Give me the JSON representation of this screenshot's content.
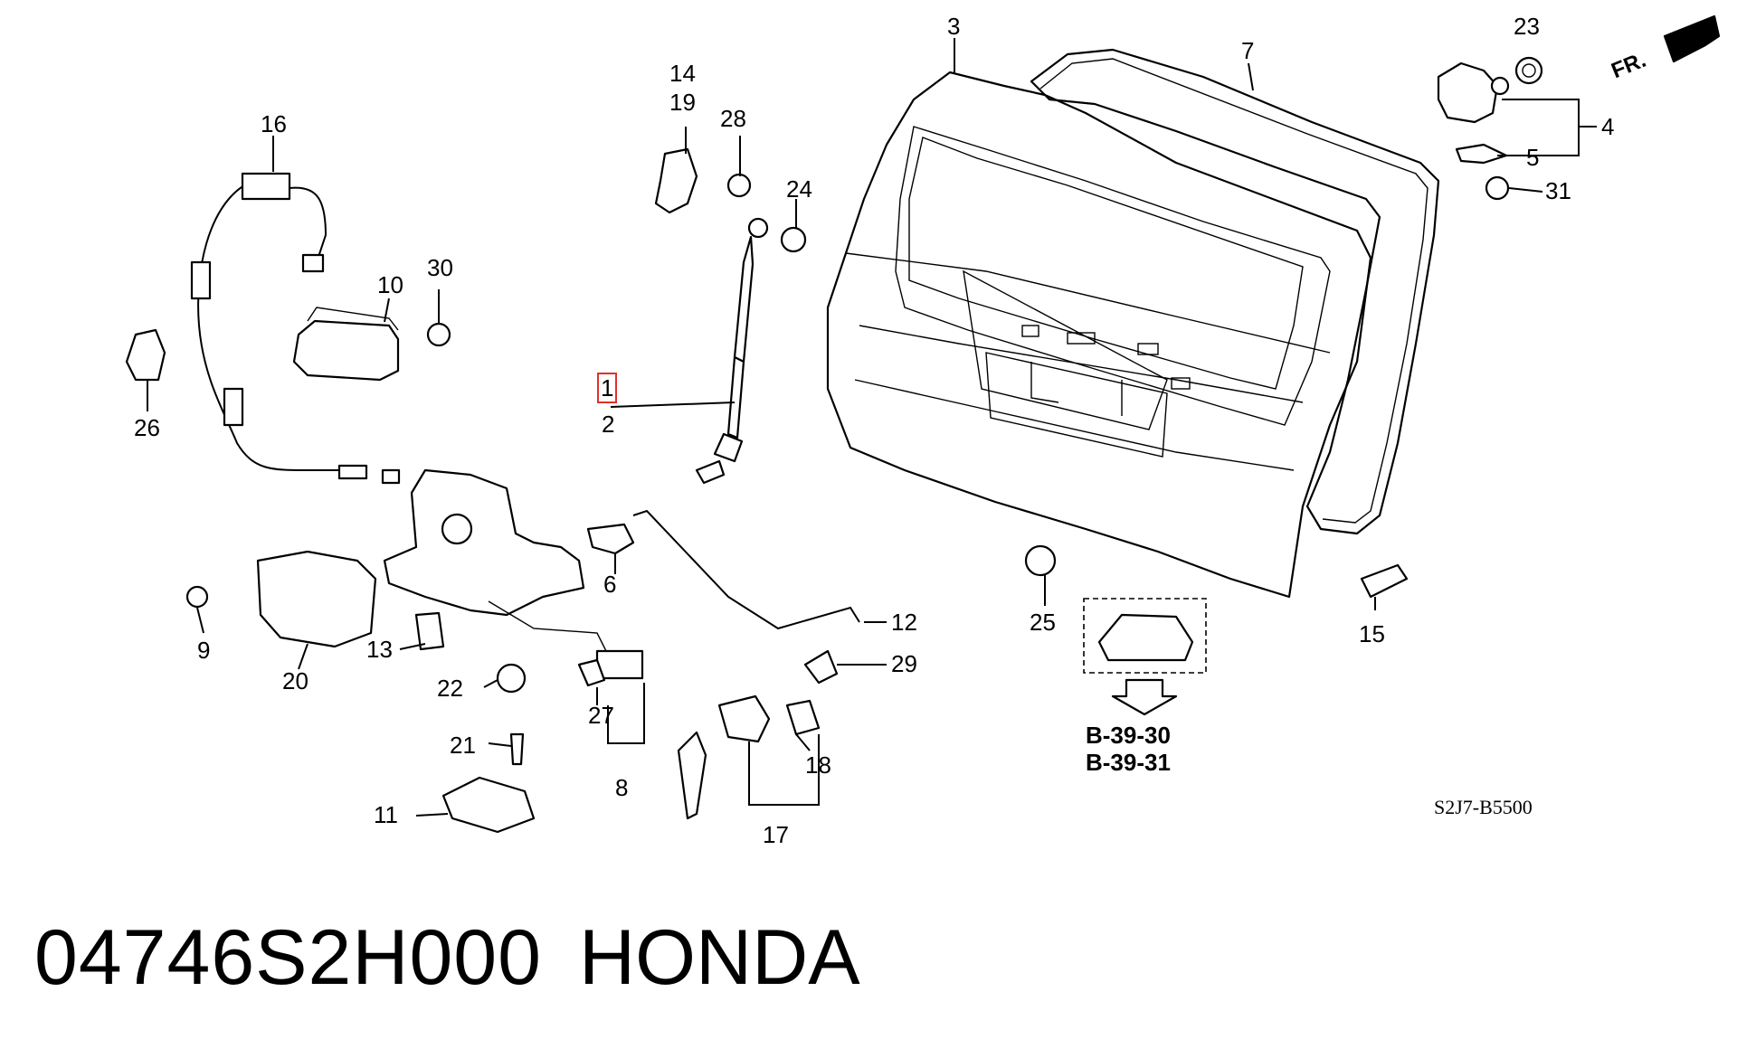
{
  "diagram": {
    "callouts": [
      "1",
      "2",
      "3",
      "4",
      "5",
      "6",
      "7",
      "8",
      "9",
      "10",
      "11",
      "12",
      "13",
      "14",
      "15",
      "16",
      "17",
      "18",
      "19",
      "20",
      "21",
      "22",
      "23",
      "24",
      "25",
      "26",
      "27",
      "28",
      "29",
      "30",
      "31"
    ],
    "highlighted_callout": "1",
    "highlight_color": "#e0302a",
    "references": [
      "B-39-30",
      "B-39-31"
    ],
    "direction_label": "FR.",
    "diagram_code": "S2J7-B5500"
  },
  "footer": {
    "part_number": "04746S2H000",
    "brand": "HONDA"
  }
}
